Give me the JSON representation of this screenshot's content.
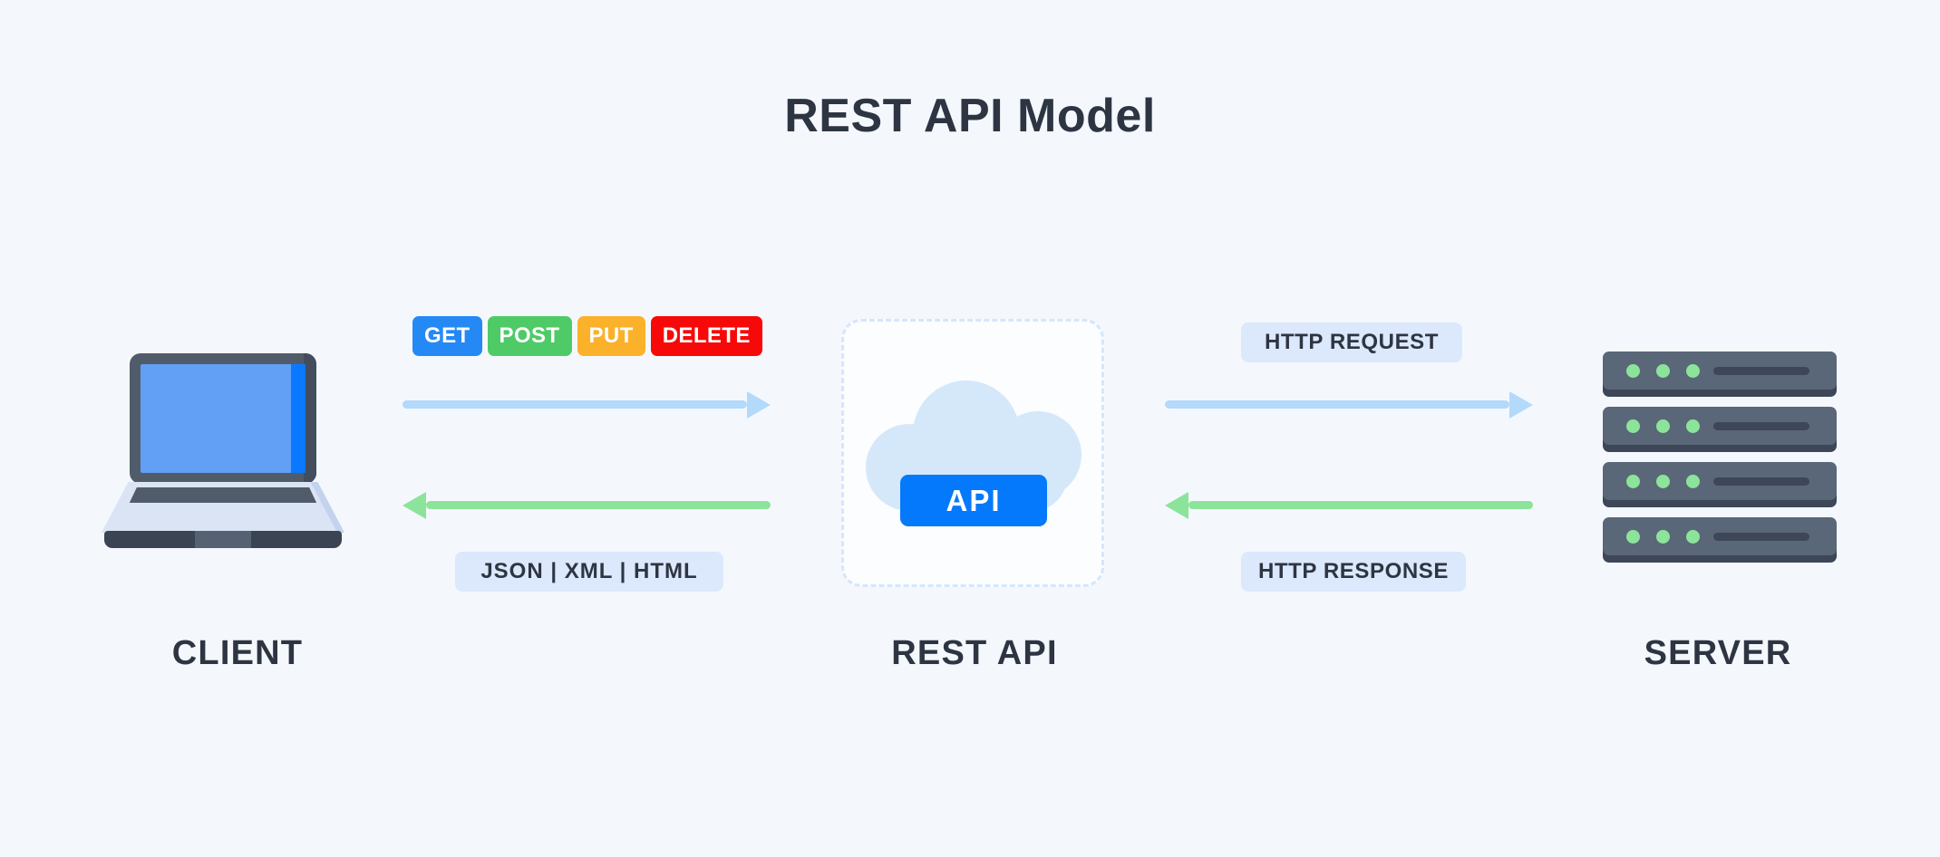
{
  "title": "REST API Model",
  "theme": {
    "background": "#f4f8fd",
    "text_dark": "#2e3542",
    "pill_background": "#dce8fb",
    "request_arrow": "#b3d9fb",
    "response_arrow": "#8ce49a",
    "api_badge": "#0579fc",
    "cloud": "#d4e8fa",
    "panel_border": "#d6e6fb",
    "server_body": "#5a6778",
    "server_led": "#8ce49a",
    "laptop_body": "#515c6b",
    "laptop_screen": "#61a0f5"
  },
  "nodes": {
    "client": {
      "caption": "CLIENT",
      "icon": "laptop-icon"
    },
    "restapi": {
      "caption": "REST API",
      "icon": "cloud-icon",
      "badge": "API"
    },
    "server": {
      "caption": "SERVER",
      "icon": "server-stack-icon",
      "unit_count": 4,
      "leds_per_unit": 3
    }
  },
  "methods": [
    {
      "label": "GET",
      "color": "#2589f5"
    },
    {
      "label": "POST",
      "color": "#4ecb67"
    },
    {
      "label": "PUT",
      "color": "#fbb12a"
    },
    {
      "label": "DELETE",
      "color": "#f80909"
    }
  ],
  "pills": {
    "formats": "JSON  |  XML  |  HTML",
    "http_request": "HTTP REQUEST",
    "http_response": "HTTP RESPONSE"
  },
  "arrows": {
    "client_request": {
      "direction": "right",
      "color": "#b3d9fb"
    },
    "client_response": {
      "direction": "left",
      "color": "#8ce49a"
    },
    "server_request": {
      "direction": "right",
      "color": "#b3d9fb"
    },
    "server_response": {
      "direction": "left",
      "color": "#8ce49a"
    }
  }
}
